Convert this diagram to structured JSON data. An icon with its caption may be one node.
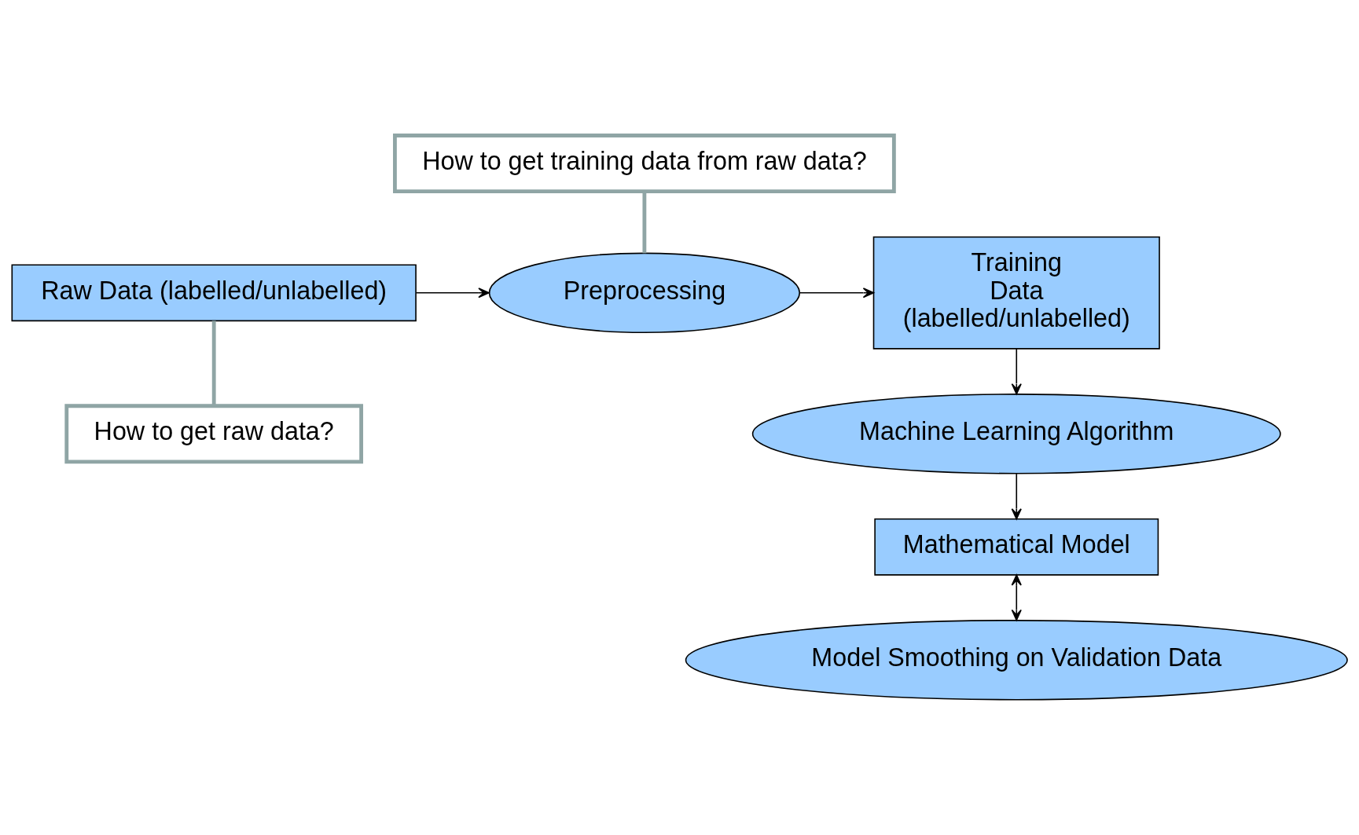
{
  "diagram": {
    "nodes": [
      {
        "text": [
          "Raw Data (labelled/unlabelled)"
        ]
      },
      {
        "text": [
          "Preprocessing"
        ]
      },
      {
        "text": [
          "Training Data (labelled/unlabelled)"
        ]
      },
      {
        "text": [
          "Machine Learning Algorithm"
        ]
      },
      {
        "text": [
          "Mathematical Model"
        ]
      },
      {
        "text": [
          "Model Smoothing on Validation Data"
        ]
      },
      {
        "text": [
          "How to get raw data?"
        ]
      },
      {
        "text": [
          "How to get training data from raw data?"
        ]
      }
    ],
    "edges": [
      {
        "from": 0,
        "to": 1,
        "arrow": "to"
      },
      {
        "from": 1,
        "to": 2,
        "arrow": "to"
      },
      {
        "from": 2,
        "to": 3,
        "arrow": "to"
      },
      {
        "from": 3,
        "to": 4,
        "arrow": "to"
      },
      {
        "from": 4,
        "to": 5,
        "arrow": "both"
      },
      {
        "from": 0,
        "to": 6,
        "arrow": "none",
        "style": "thick",
        "color": "#8fa5a5"
      },
      {
        "from": 7,
        "to": 1,
        "arrow": "none",
        "style": "thick",
        "color": "#8fa5a5"
      }
    ]
  }
}
